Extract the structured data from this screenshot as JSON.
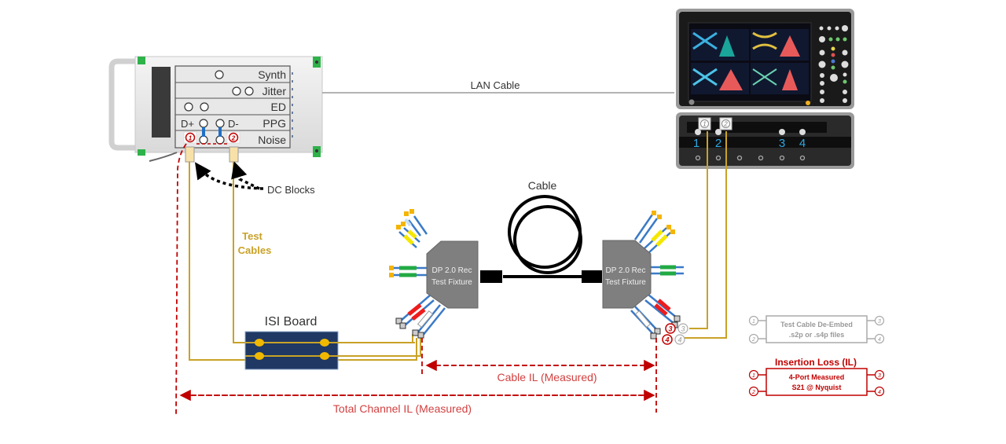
{
  "bert": {
    "modules": [
      {
        "label": "Synth"
      },
      {
        "label": "Jitter"
      },
      {
        "label": "ED"
      },
      {
        "label": "PPG"
      },
      {
        "label": "Noise"
      }
    ],
    "dplus_label": "D+",
    "dminus_label": "D-",
    "port1_label": "1",
    "port2_label": "2"
  },
  "labels": {
    "lan_cable": "LAN Cable",
    "dc_blocks": "DC Blocks",
    "test_cables_line1": "Test",
    "test_cables_line2": "Cables",
    "isi_board": "ISI Board",
    "cable": "Cable",
    "fixture_left_line1": "DP 2.0 Rec",
    "fixture_left_line2": "Test Fixture",
    "fixture_right_line1": "DP 2.0 Rec",
    "fixture_right_line2": "Test Fixture",
    "cable_il": "Cable IL (Measured)",
    "total_channel_il": "Total Channel IL (Measured)"
  },
  "scope": {
    "channel_labels": [
      "1",
      "2",
      "3",
      "4"
    ],
    "port_badges": [
      "1",
      "2"
    ]
  },
  "fixture_ports": {
    "red": [
      "3",
      "4"
    ],
    "gray": [
      "3",
      "4"
    ]
  },
  "legend": {
    "deembed_line1": "Test Cable De-Embed",
    "deembed_line2": ".s2p or .s4p files",
    "deembed_ports": [
      "1",
      "2",
      "3",
      "4"
    ],
    "il_title": "Insertion Loss (IL)",
    "il_line1": "4-Port Measured",
    "il_line2": "S21 @ Nyquist",
    "il_ports": [
      "1",
      "2",
      "3",
      "4"
    ]
  },
  "colors": {
    "cable_gold": "#c9a227",
    "measure_red": "#c00000",
    "isi_navy": "#1f3864",
    "fixture_gray": "#7f7f7f",
    "channel_blue": "#2ea8e0",
    "gray_text": "#808080"
  }
}
